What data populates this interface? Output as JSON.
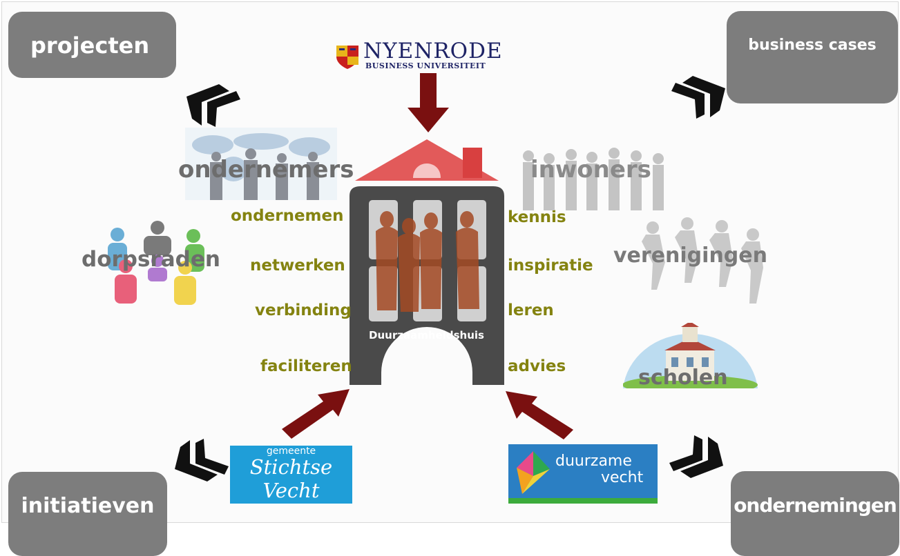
{
  "corners": {
    "top_left": "projecten",
    "top_right": "business cases",
    "bottom_left": "initiatieven",
    "bottom_right": "ondernemingen"
  },
  "top_logo": {
    "name": "NYENRODE",
    "subtitle": "BUSINESS UNIVERSITEIT"
  },
  "house": {
    "label": "Duurzaamheidshuis"
  },
  "left_labels": [
    "ondernemen",
    "netwerken",
    "verbinding",
    "faciliteren"
  ],
  "right_labels": [
    "kennis",
    "inspiratie",
    "leren",
    "advies"
  ],
  "groups": {
    "ondernemers": "ondernemers",
    "inwoners": "inwoners",
    "dorpsraden": "dorpsraden",
    "verenigingen": "verenigingen",
    "scholen": "scholen"
  },
  "logo_stichtse": {
    "line1": "gemeente",
    "line2": "Stichtse",
    "line3": "Vecht"
  },
  "logo_duurzame": {
    "line1": "duurzame",
    "line2": "vecht"
  },
  "colors": {
    "arrow": "#7a1010",
    "corner_box": "#7d7d7d",
    "label": "#848310",
    "house": "#4a4a4a",
    "roof": "#e25a5a"
  }
}
